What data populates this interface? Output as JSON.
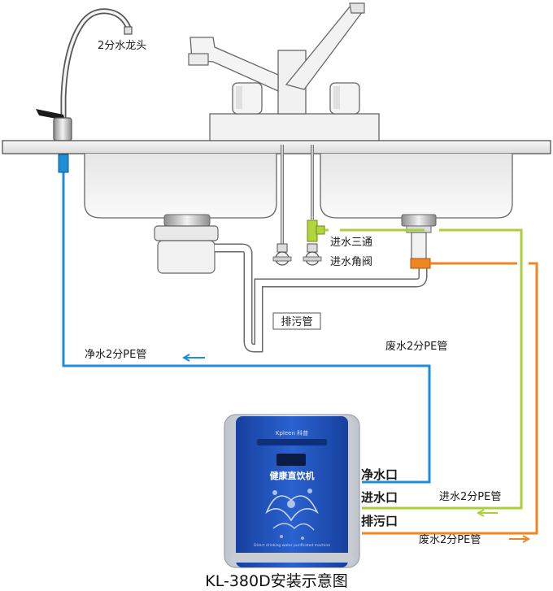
{
  "title": "KL-380D安装示意图",
  "labels": {
    "faucet": "2分水龙头",
    "three_way": "进水三通",
    "angle_valve": "进水角阀",
    "drain_pipe": "排污管",
    "clean_pipe": "净水2分PE管",
    "waste_pipe_top": "废水2分PE管",
    "inlet_pipe": "进水2分PE管",
    "waste_pipe_bottom": "废水2分PE管"
  },
  "ports": {
    "clean_out": "净水口",
    "water_in": "进水口",
    "drain_out": "排污口"
  },
  "device": {
    "brand": "Kpleen 科普",
    "name": "健康直饮机",
    "subtitle": "Direct drinking water purificated machine"
  },
  "colors": {
    "clean_line": "#1e8fd6",
    "inlet_line": "#a9cf3a",
    "waste_line": "#ef8620",
    "device_body": "#1f4fb5",
    "metal": "#9a9a9a",
    "outline": "#555555"
  }
}
